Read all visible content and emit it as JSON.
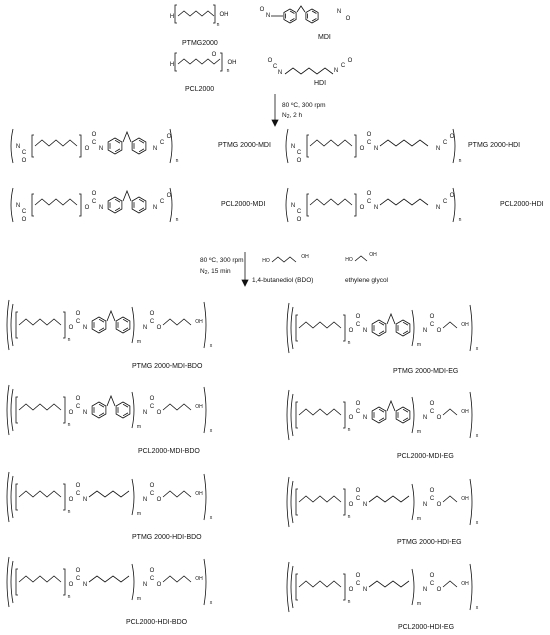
{
  "reactants": {
    "ptmg": "PTMG2000",
    "mdi": "MDI",
    "pcl": "PCL2000",
    "hdi": "HDI"
  },
  "step1": {
    "temp": "80 ºC, 300 rpm",
    "gas_n": "N",
    "gas_sub": "2",
    "time": ", 2 h"
  },
  "prepolymers": {
    "ptmg_mdi": "PTMG 2000-MDI",
    "ptmg_hdi": "PTMG 2000-HDI",
    "pcl_mdi": "PCL2000-MDI",
    "pcl_hdi": "PCL2000-HDI"
  },
  "step2": {
    "temp": "80 ºC, 300 rpm",
    "gas_n": "N",
    "gas_sub": "2",
    "time": ", 15 min",
    "bdo": "1,4-butanediol (BDO)",
    "eg": "ethylene glycol"
  },
  "products": {
    "ptmg_mdi_bdo": "PTMG 2000-MDI-BDO",
    "ptmg_mdi_eg": "PTMG 2000-MDI-EG",
    "pcl_mdi_bdo": "PCL2000-MDI-BDO",
    "pcl_mdi_eg": "PCL2000-MDI-EG",
    "ptmg_hdi_bdo": "PTMG 2000-HDI-BDO",
    "ptmg_hdi_eg": "PTMG 2000-HDI-EG",
    "pcl_hdi_bdo": "PCL2000-HDI-BDO",
    "pcl_hdi_eg": "PCL2000-HDI-EG"
  }
}
